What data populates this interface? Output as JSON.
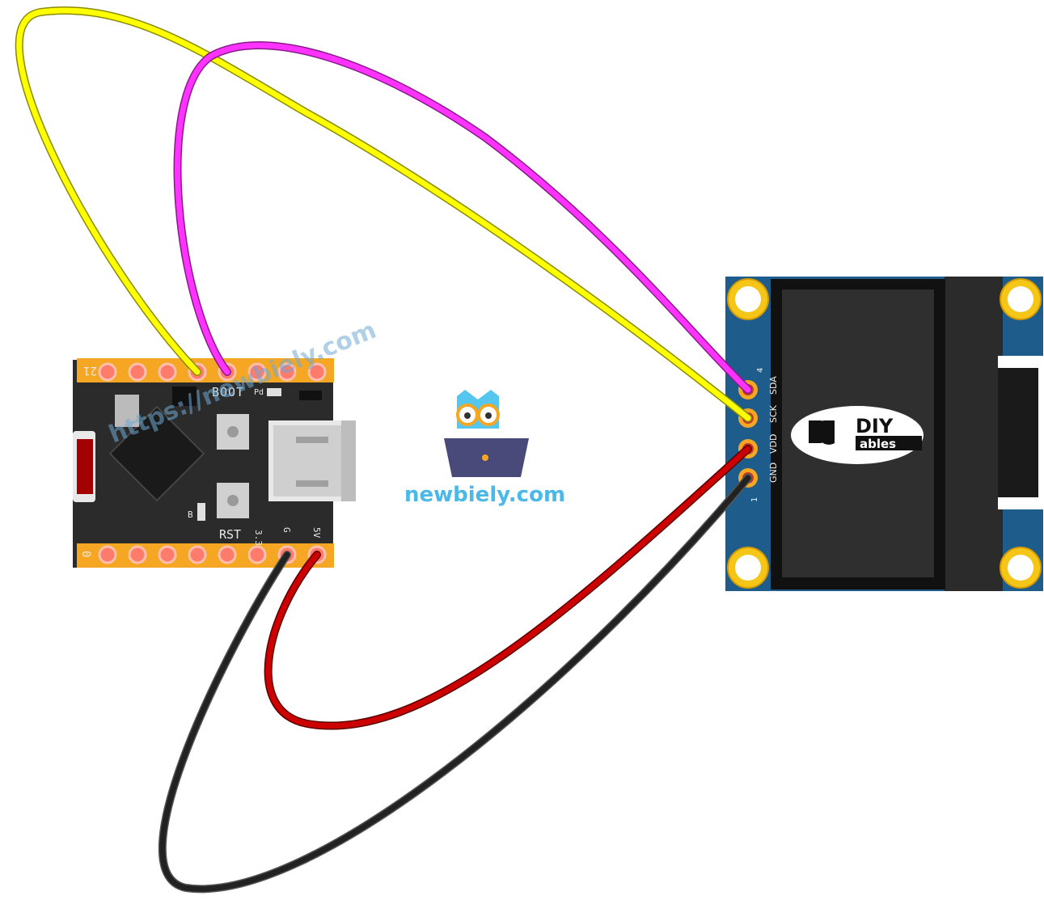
{
  "mcu": {
    "labels": {
      "pin_top_left": "21",
      "pin_bottom_left": "0",
      "boot": "BOOT",
      "rst": "RST",
      "v33": "3.3",
      "gnd": "G",
      "v5": "5V",
      "small_b": "B",
      "small_pd": "Pd"
    }
  },
  "oled": {
    "pins": [
      {
        "label": "SDA",
        "number": "4"
      },
      {
        "label": "SCK",
        "number": ""
      },
      {
        "label": "VDD",
        "number": ""
      },
      {
        "label": "GND",
        "number": "1"
      }
    ],
    "logo_text": "DIY",
    "logo_subtext": "ables"
  },
  "watermark": {
    "brand": "newbiely.com",
    "diagonal": "https://newbiely.com"
  },
  "colors": {
    "wire_sda": "#ff33ff",
    "wire_sck": "#ffff00",
    "wire_vdd": "#cc0000",
    "wire_gnd": "#222222",
    "board": "#2b2b2b",
    "pin_pad": "#f5a623",
    "oled_pcb": "#1e5c8c",
    "brand_blue": "#4ab8e8"
  }
}
